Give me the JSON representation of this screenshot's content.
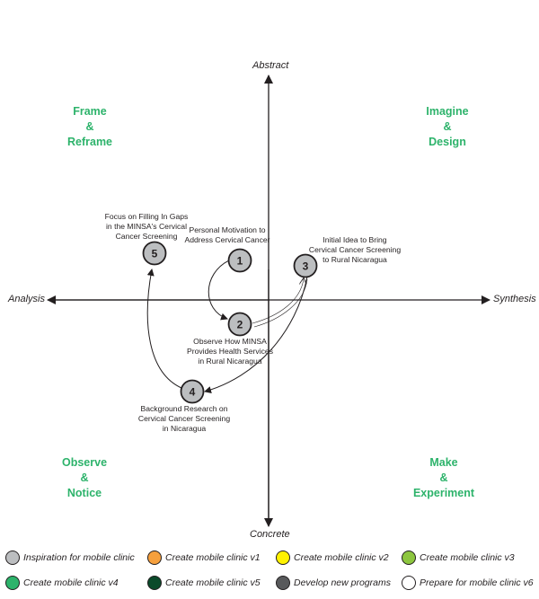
{
  "axes": {
    "top": "Abstract",
    "bottom": "Concrete",
    "left": "Analysis",
    "right": "Synthesis"
  },
  "quadrants": {
    "top_left": [
      "Frame",
      "&",
      "Reframe"
    ],
    "top_right": [
      "Imagine",
      "&",
      "Design"
    ],
    "bottom_left": [
      "Observe",
      "&",
      "Notice"
    ],
    "bottom_right": [
      "Make",
      "&",
      "Experiment"
    ]
  },
  "nodes": [
    {
      "id": "1",
      "label_lines": [
        "Personal Motivation to",
        "Address Cervical Cancer"
      ]
    },
    {
      "id": "2",
      "label_lines": [
        "Observe How MINSA",
        "Provides Health Services",
        "in Rural Nicaragua"
      ]
    },
    {
      "id": "3",
      "label_lines": [
        "Initial Idea to Bring",
        "Cervical Cancer Screening",
        "to Rural Nicaragua"
      ]
    },
    {
      "id": "4",
      "label_lines": [
        "Background Research on",
        "Cervical Cancer Screening",
        "in Nicaragua"
      ]
    },
    {
      "id": "5",
      "label_lines": [
        "Focus on Filling In Gaps",
        "in the MINSA's Cervical",
        "Cancer Screening"
      ]
    }
  ],
  "legend": [
    {
      "label": "Inspiration for mobile clinic",
      "color": "#bcbec0"
    },
    {
      "label": "Create mobile clinic v1",
      "color": "#f6a03d"
    },
    {
      "label": "Create mobile clinic v2",
      "color": "#fff200"
    },
    {
      "label": "Create mobile clinic v3",
      "color": "#8dc63f"
    },
    {
      "label": "Create mobile clinic v4",
      "color": "#2db36b"
    },
    {
      "label": "Create mobile clinic v5",
      "color": "#0b4a2a"
    },
    {
      "label": "Develop new programs",
      "color": "#58595b"
    },
    {
      "label": "Prepare for mobile clinic v6",
      "color": "#ffffff"
    }
  ],
  "colors": {
    "node_fill": "#bcbec0",
    "quadrant_text": "#2db36b",
    "ink": "#231f20"
  }
}
